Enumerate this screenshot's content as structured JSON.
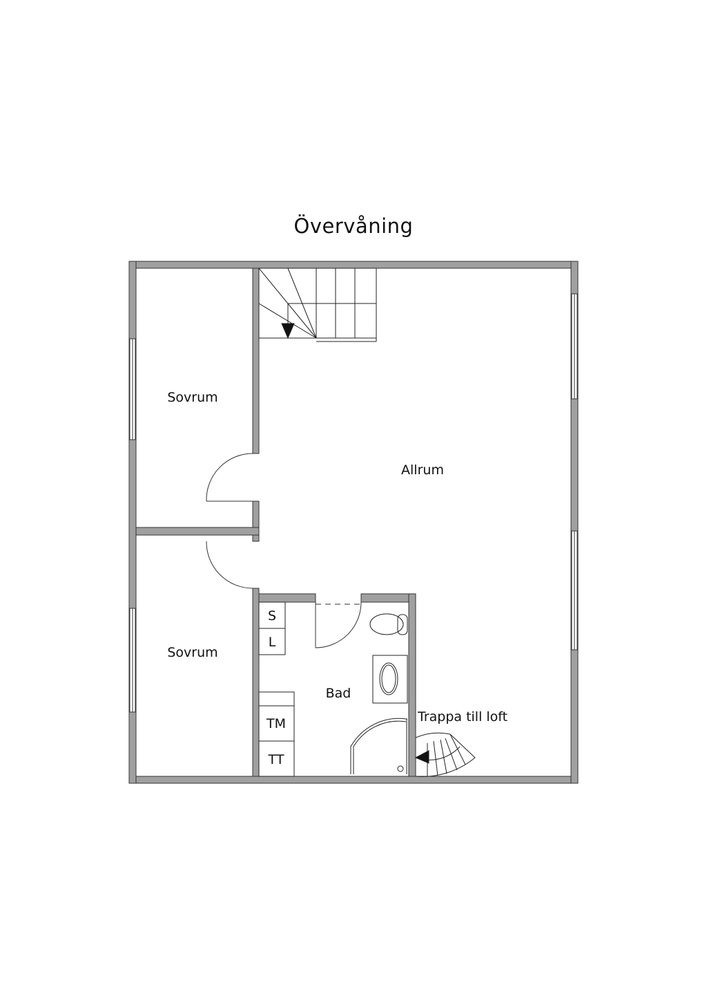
{
  "title": "Övervåning",
  "colors": {
    "wall": "#a0a0a0",
    "wall_edge": "#333333",
    "line": "#222222",
    "background": "#ffffff"
  },
  "rooms": [
    {
      "name": "Sovrum",
      "id": "sovrum-top"
    },
    {
      "name": "Sovrum",
      "id": "sovrum-bottom"
    },
    {
      "name": "Allrum",
      "id": "allrum"
    },
    {
      "name": "Bad",
      "id": "bad"
    }
  ],
  "fixtures": {
    "s": "S",
    "l": "L",
    "tm": "TM",
    "tt": "TT"
  },
  "annotations": {
    "stairs_to_loft": "Trappa till loft"
  }
}
